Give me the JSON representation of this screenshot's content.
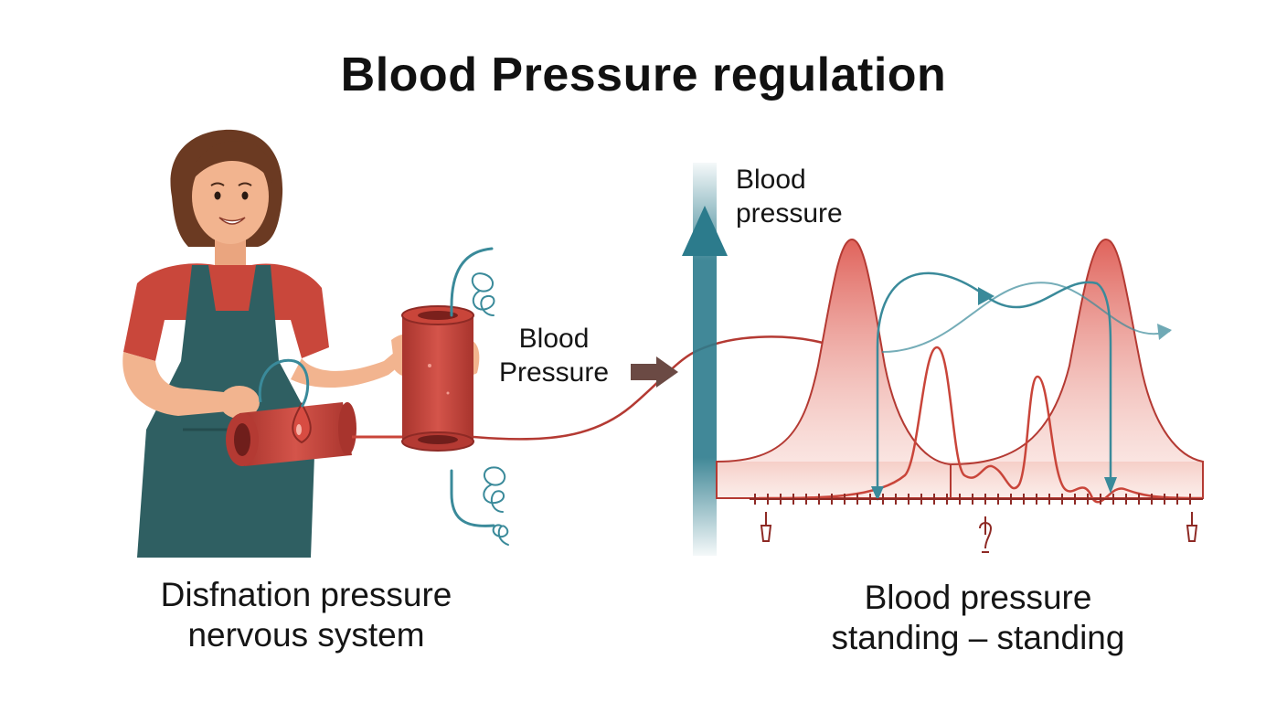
{
  "title": "Blood Pressure regulation",
  "left_caption": {
    "line1": "Disfnation pressure",
    "line2": "nervous system"
  },
  "right_caption": {
    "line1": "Blood pressure",
    "line2": "standing – standing"
  },
  "tube_label": {
    "line1": "Blood",
    "line2": "Pressure"
  },
  "axis_label": {
    "line1": "Blood",
    "line2": "pressure"
  },
  "colors": {
    "skin": "#f2b48f",
    "hair": "#6b3a22",
    "shirt": "#c9473b",
    "apron": "#2f5f62",
    "vessel": "#c9453a",
    "vessel_dark": "#8e2a25",
    "axis": "#2c7b8c",
    "teal_curve": "#3a8a9a",
    "peak_fill": "#e0605a",
    "arrow_brown": "#6b4a44"
  }
}
